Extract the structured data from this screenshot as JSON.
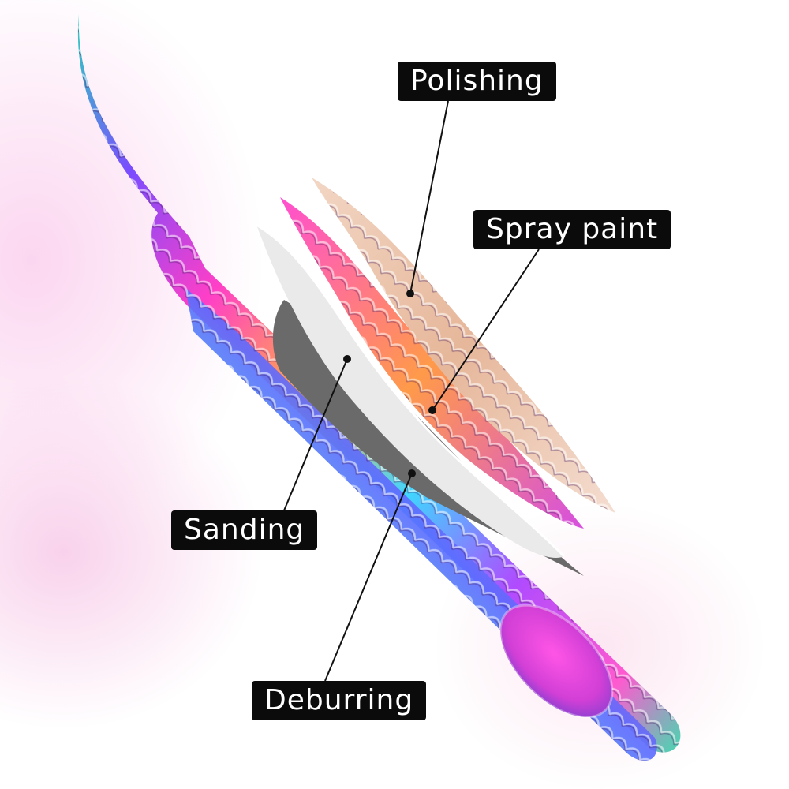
{
  "labels": {
    "polishing": "Polishing",
    "spray_paint": "Spray paint",
    "sanding": "Sanding",
    "deburring": "Deburring"
  },
  "colors": {
    "label_bg": "#0b0b0b",
    "label_text": "#ffffff",
    "sanding_layer": "#e9e9e9",
    "deburring_layer": "#6a6a6a",
    "polishing_layer": "#e8c9b0"
  }
}
